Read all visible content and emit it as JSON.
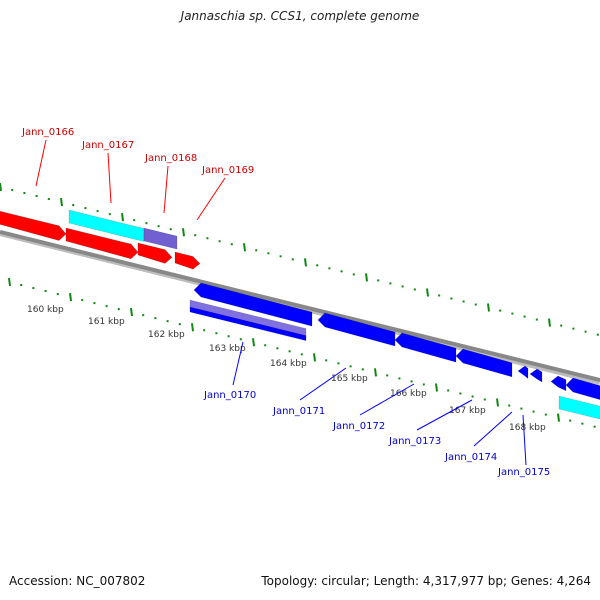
{
  "title": "Jannaschia sp. CCS1, complete genome",
  "footer": {
    "accession": "Accession: NC_007802",
    "topology": "Topology: circular; Length: 4,317,977 bp; Genes: 4,264"
  },
  "colors": {
    "forward_gene": "#ff0000",
    "reverse_gene": "#0000ff",
    "rna_cyan": "#00ffff",
    "rna_purple": "#7060d0",
    "backbone": "#888888",
    "tick": "#118811",
    "forward_label": "#cc0000",
    "reverse_label": "#0000cc"
  },
  "scale": {
    "tick_labels": [
      "160 kbp",
      "161 kbp",
      "162 kbp",
      "163 kbp",
      "164 kbp",
      "165 kbp",
      "166 kbp",
      "167 kbp",
      "168 kbp"
    ]
  },
  "forward_genes": [
    {
      "id": "Jann_0166",
      "label": "Jann_0166"
    },
    {
      "id": "Jann_0167",
      "label": "Jann_0167"
    },
    {
      "id": "Jann_0168",
      "label": "Jann_0168"
    },
    {
      "id": "Jann_0169",
      "label": "Jann_0169"
    }
  ],
  "reverse_genes": [
    {
      "id": "Jann_0170",
      "label": "Jann_0170"
    },
    {
      "id": "Jann_0171",
      "label": "Jann_0171"
    },
    {
      "id": "Jann_0172",
      "label": "Jann_0172"
    },
    {
      "id": "Jann_0173",
      "label": "Jann_0173"
    },
    {
      "id": "Jann_0174",
      "label": "Jann_0174"
    },
    {
      "id": "Jann_0175",
      "label": "Jann_0175"
    }
  ]
}
